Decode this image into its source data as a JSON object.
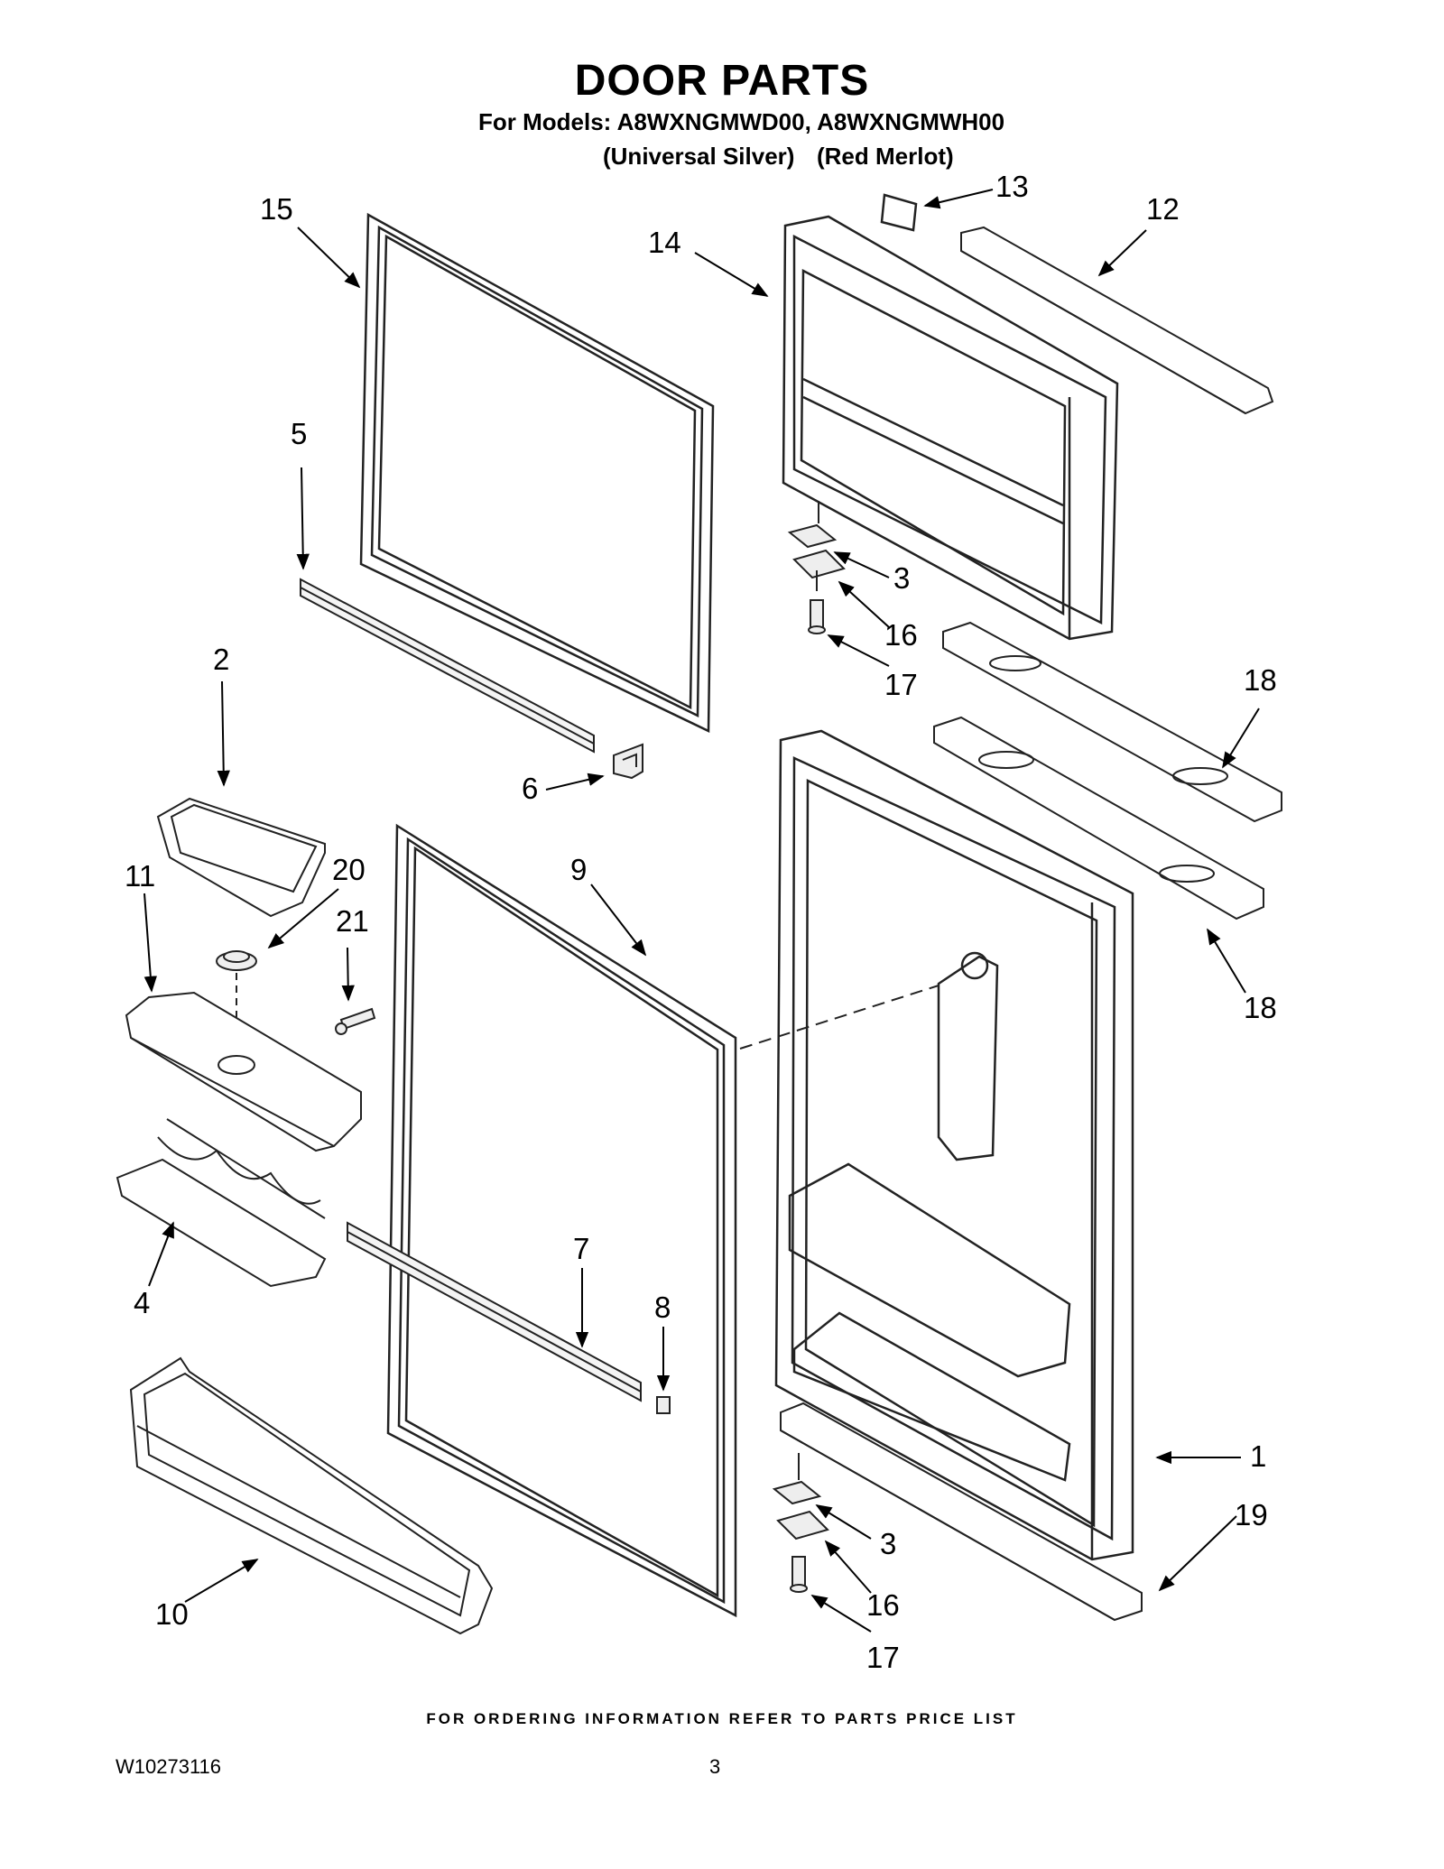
{
  "header": {
    "title": "DOOR PARTS",
    "models": "For Models: A8WXNGMWD00, A8WXNGMWH00",
    "variant_1": "(Universal Silver)",
    "variant_2": "(Red Merlot)"
  },
  "callouts": [
    {
      "id": "c15",
      "label": "15"
    },
    {
      "id": "c14",
      "label": "14"
    },
    {
      "id": "c13",
      "label": "13"
    },
    {
      "id": "c12",
      "label": "12"
    },
    {
      "id": "c5",
      "label": "5"
    },
    {
      "id": "c3a",
      "label": "3"
    },
    {
      "id": "c16a",
      "label": "16"
    },
    {
      "id": "c17a",
      "label": "17"
    },
    {
      "id": "c2",
      "label": "2"
    },
    {
      "id": "c6",
      "label": "6"
    },
    {
      "id": "c18a",
      "label": "18"
    },
    {
      "id": "c11",
      "label": "11"
    },
    {
      "id": "c20",
      "label": "20"
    },
    {
      "id": "c21",
      "label": "21"
    },
    {
      "id": "c9",
      "label": "9"
    },
    {
      "id": "c18b",
      "label": "18"
    },
    {
      "id": "c4",
      "label": "4"
    },
    {
      "id": "c7",
      "label": "7"
    },
    {
      "id": "c8",
      "label": "8"
    },
    {
      "id": "c1",
      "label": "1"
    },
    {
      "id": "c19",
      "label": "19"
    },
    {
      "id": "c3b",
      "label": "3"
    },
    {
      "id": "c10",
      "label": "10"
    },
    {
      "id": "c16b",
      "label": "16"
    },
    {
      "id": "c17b",
      "label": "17"
    }
  ],
  "footer": {
    "note": "FOR ORDERING INFORMATION REFER TO PARTS PRICE LIST",
    "doc_id": "W10273116",
    "page": "3"
  }
}
